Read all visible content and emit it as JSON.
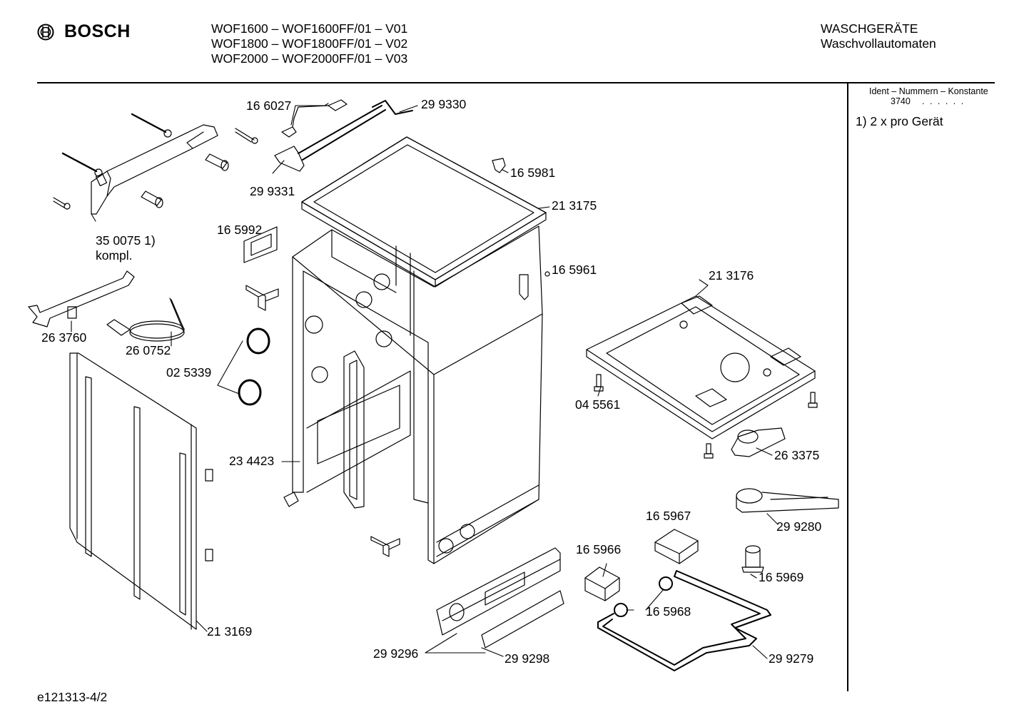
{
  "header": {
    "brand": "BOSCH",
    "models": [
      "WOF1600 – WOF1600FF/01 – V01",
      "WOF1800 – WOF1800FF/01 – V02",
      "WOF2000 – WOF2000FF/01 – V03"
    ],
    "category_title": "WASCHGERÄTE",
    "category_subtitle": "Waschvollautomaten"
  },
  "sidebar": {
    "ident_title": "Ident – Nummern – Konstante",
    "ident_value": "3740",
    "ident_dots": ". .   . . . .",
    "note": "1)  2 x pro Gerät"
  },
  "parts": {
    "p166027": "16 6027",
    "p299330": "29 9330",
    "p299331": "29 9331",
    "p165981": "16 5981",
    "p213175": "21 3175",
    "p165992": "16 5992",
    "p350075": "35 0075 1)",
    "p350075b": "kompl.",
    "p165961": "16 5961",
    "p213176": "21 3176",
    "p263760": "26 3760",
    "p260752": "26 0752",
    "p025339": "02 5339",
    "p045561": "04 5561",
    "p263375": "26 3375",
    "p234423": "23 4423",
    "p165967": "16 5967",
    "p299280": "29 9280",
    "p165966": "16 5966",
    "p165969": "16 5969",
    "p165968": "16 5968",
    "p213169": "21 3169",
    "p299296": "29 9296",
    "p299298": "29 9298",
    "p299279": "29 9279"
  },
  "footer": {
    "code": "e121313-4/2"
  }
}
